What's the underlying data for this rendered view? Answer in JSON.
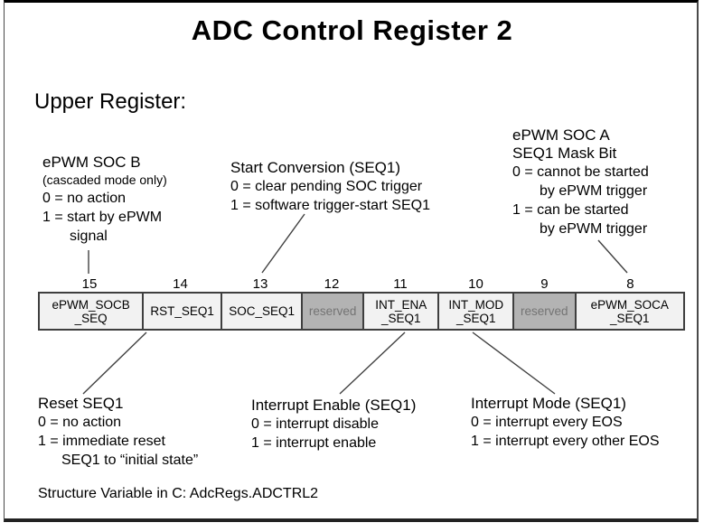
{
  "title": "ADC Control Register 2",
  "subtitle": "Upper Register:",
  "annotations": {
    "epwm_socb": {
      "title": "ePWM SOC B",
      "note": "(cascaded mode only)",
      "line0": "0 = no action",
      "line1": "1 = start by ePWM",
      "line1b": "signal"
    },
    "start_conversion": {
      "title": "Start Conversion (SEQ1)",
      "line0": "0 = clear pending SOC trigger",
      "line1": "1 = software trigger-start SEQ1"
    },
    "epwm_soca": {
      "title1": "ePWM SOC A",
      "title2": "SEQ1 Mask Bit",
      "line0": "0 = cannot be started",
      "line0b": "by ePWM trigger",
      "line1": "1 = can be started",
      "line1b": "by ePWM trigger"
    },
    "reset_seq1": {
      "title": "Reset SEQ1",
      "line0": "0 = no action",
      "line1": "1 = immediate reset",
      "line1b": "SEQ1 to “initial state”"
    },
    "interrupt_enable": {
      "title": "Interrupt Enable (SEQ1)",
      "line0": "0 = interrupt disable",
      "line1": "1 = interrupt enable"
    },
    "interrupt_mode": {
      "title": "Interrupt Mode (SEQ1)",
      "line0": "0 = interrupt every EOS",
      "line1": "1 = interrupt every other EOS"
    }
  },
  "register": {
    "bits": [
      {
        "num": "15",
        "label": "ePWM_SOCB\n_SEQ"
      },
      {
        "num": "14",
        "label": "RST_SEQ1"
      },
      {
        "num": "13",
        "label": "SOC_SEQ1"
      },
      {
        "num": "12",
        "label": "reserved"
      },
      {
        "num": "11",
        "label": "INT_ENA\n_SEQ1"
      },
      {
        "num": "10",
        "label": "INT_MOD\n_SEQ1"
      },
      {
        "num": "9",
        "label": "reserved"
      },
      {
        "num": "8",
        "label": "ePWM_SOCA\n_SEQ1"
      }
    ]
  },
  "footer": "Structure Variable in C: AdcRegs.ADCTRL2",
  "colors": {
    "cell_bg": "#f2f2f2",
    "reserved_bg": "#b3b3b3",
    "reserved_text": "#747474",
    "border": "#3f3f3f",
    "connector": "#404040"
  }
}
